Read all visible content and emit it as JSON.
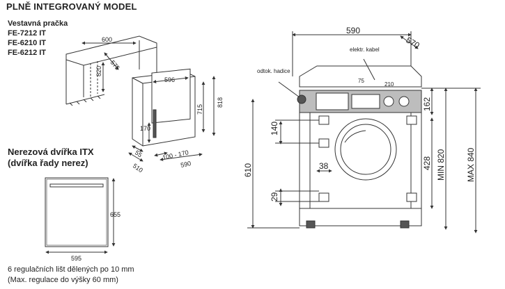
{
  "header": {
    "title": "PLNĚ INTEGROVANÝ MODEL"
  },
  "models": {
    "subtitle": "Vestavná pračka",
    "items": [
      "FE-7212 IT",
      "FE-6210 IT",
      "FE-6212 IT"
    ]
  },
  "door": {
    "line1": "Nerezová dvířka ITX",
    "line2": "(dvířka řady nerez)"
  },
  "note": {
    "line1": "6 regulačních lišt dělených po 10 mm",
    "line2": "(Max. regulace do výšky 60 mm)"
  },
  "install_dims": {
    "d600": "600",
    "d575": "575",
    "d820": "820",
    "d596": "596",
    "d715": "715",
    "d818": "818",
    "d170": "170",
    "d55": "55",
    "d510": "510",
    "d100_170": "100 - 170",
    "d590": "590"
  },
  "door_dims": {
    "d655": "655",
    "d595": "595"
  },
  "machine_dims": {
    "d590": "590",
    "d570": "570",
    "label_cable": "elektr. kabel",
    "label_hose": "odtok. hadice",
    "d75": "75",
    "d210": "210",
    "d162": "162",
    "d140": "140",
    "d428": "428",
    "d610": "610",
    "d38": "38",
    "d29": "29",
    "min820": "MIN 820",
    "max840": "MAX 840"
  },
  "colors": {
    "line": "#333333",
    "panel": "#bdbdbd",
    "dark": "#555555"
  }
}
